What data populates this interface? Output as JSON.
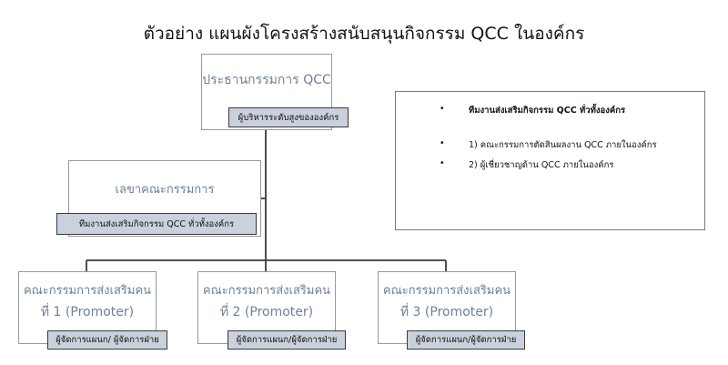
{
  "title": "ตัวอย่าง แผนผังโครงสร้างสนับสนุนกิจกรรม QCC ในองค์กร",
  "chairman": {
    "label": "ประธานกรรมการ QCC",
    "tag": "ผู้บริหารระดับสูงขององค์กร"
  },
  "secretary": {
    "label": "เลขาคณะกรรมการ",
    "tag": "ทีมงานส่งเสริมกิจกรรม QCC ทั่วทั้งองค์กร"
  },
  "promoters": [
    {
      "line1": "คณะกรรมการส่งเสริมคน",
      "line2": "ที่ 1 (Promoter)",
      "tag": "ผู้จัดการแผนก/ ผู้จัดการฝ่าย"
    },
    {
      "line1": "คณะกรรมการส่งเสริมคน",
      "line2": "ที่ 2 (Promoter)",
      "tag": "ผู้จัดการแผนก/ผู้จัดการฝ่าย"
    },
    {
      "line1": "คณะกรรมการส่งเสริมคน",
      "line2": "ที่ 3 (Promoter)",
      "tag": "ผู้จัดการแผนก/ผู้จัดการฝ่าย"
    }
  ],
  "note": {
    "bullet": "•",
    "heading": "ทีมงานส่งเสริมกิจกรรม QCC ทั่วทั้งองค์กร",
    "items": [
      "1) คณะกรรมการตัดสินผลงาน QCC ภายในองค์กร",
      "2) ผู้เชี่ยวชาญด้าน QCC ภายในองค์กร"
    ]
  }
}
